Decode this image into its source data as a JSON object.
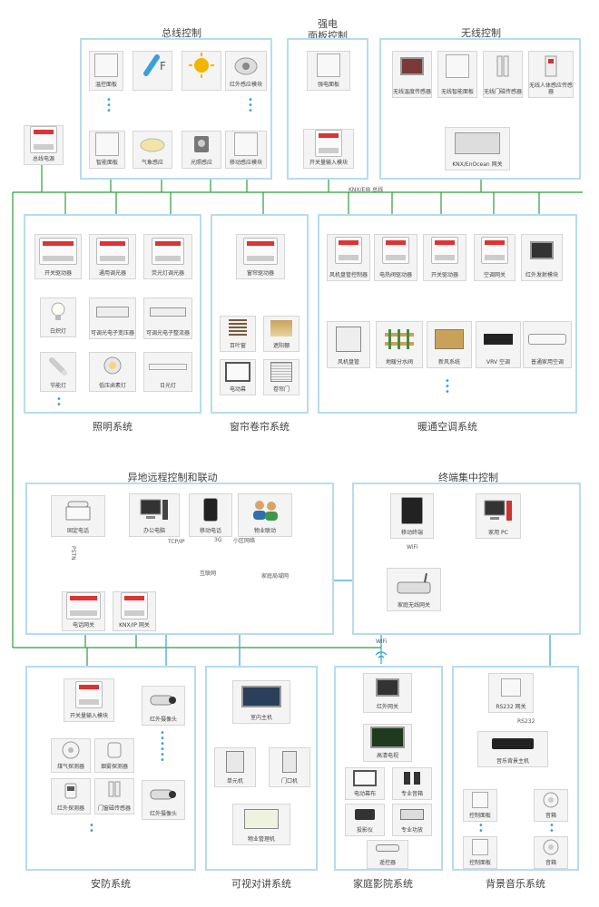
{
  "titles": {
    "bus_control": "总线控制",
    "strong_panel_1": "强电",
    "strong_panel_2": "面板控制",
    "wireless": "无线控制",
    "lighting": "照明系统",
    "curtain": "窗帘卷帘系统",
    "hvac": "暖通空调系统",
    "remote": "异地远程控制和联动",
    "terminal": "终端集中控制",
    "security": "安防系统",
    "intercom": "可视对讲系统",
    "theater": "家庭影院系统",
    "music": "背景音乐系统"
  },
  "bus_control": {
    "top": [
      "温控面板",
      "",
      "",
      "红外感应模块"
    ],
    "bottom": [
      "智能面板",
      "气象感应",
      "光照感应",
      "移动感应模块"
    ]
  },
  "bus_power": "总线电源",
  "strong_panel": [
    "强电面板",
    "开关量输入模块"
  ],
  "wireless": {
    "devices": [
      "无线温度传感器",
      "无线智能面板",
      "无线门磁传感器",
      "无线人体感应传感器"
    ],
    "gateway": "KNX/EnOcean 网关"
  },
  "knx_bus_label": "KNX/EIB 总线",
  "lighting": {
    "drivers": [
      "开关驱动器",
      "通用调光器",
      "荧光灯调光器"
    ],
    "row2": [
      "白炽灯",
      "可调光电子变压器",
      "可调光电子整流器"
    ],
    "row3": [
      "节能灯",
      "低压卤素灯",
      "日光灯"
    ]
  },
  "curtain": {
    "driver": "窗帘驱动器",
    "items": [
      "百叶窗",
      "遮阳棚",
      "电动幕",
      "卷帘门"
    ]
  },
  "hvac": {
    "drivers": [
      "风机盘管控制器",
      "电热阀驱动器",
      "开关驱动器",
      "空调网关",
      "红外发射模块"
    ],
    "items": [
      "风机盘管",
      "地暖分水阀",
      "新风系统",
      "VRV 空调",
      "普通家用空调"
    ]
  },
  "remote": {
    "devices": [
      "固定电话",
      "办公电脑",
      "移动电话",
      "物业联动"
    ],
    "cloud": "互联网",
    "gateways": [
      "电话网关",
      "KNX/IP 网关"
    ],
    "links": [
      "TCP/IP",
      "小区网络",
      "3G",
      "PSTN"
    ]
  },
  "lan_label": "家庭局域网",
  "terminal": {
    "devices": [
      "移动终端",
      "家用 PC"
    ],
    "wifi": "WiFi",
    "router": "家庭无线网关"
  },
  "security": {
    "input": "开关量输入模块",
    "sensors": [
      "煤气探测器",
      "烟雾探测器",
      "红外探测器",
      "门窗磁传感器"
    ],
    "cameras": [
      "红外摄像头",
      "红外摄像头"
    ]
  },
  "intercom": {
    "main": "室内主机",
    "units": [
      "单元机",
      "门口机"
    ],
    "manager": "物业管理机"
  },
  "theater": {
    "wifi": "WiFi",
    "gateway": "红外网关",
    "tv": "高清电视",
    "items": [
      "电动幕布",
      "专业音箱",
      "投影仪",
      "专业功放"
    ],
    "remote": "遥控器"
  },
  "music": {
    "gateway": "RS232 网关",
    "rs232": "RS232",
    "host": "音乐背景主机",
    "items": [
      "控制面板",
      "音箱",
      "控制面板",
      "音箱"
    ]
  },
  "colors": {
    "bus_line": "#2e9e3a",
    "lan_line": "#3aa0d8",
    "panel_border": "#b7dcef"
  }
}
